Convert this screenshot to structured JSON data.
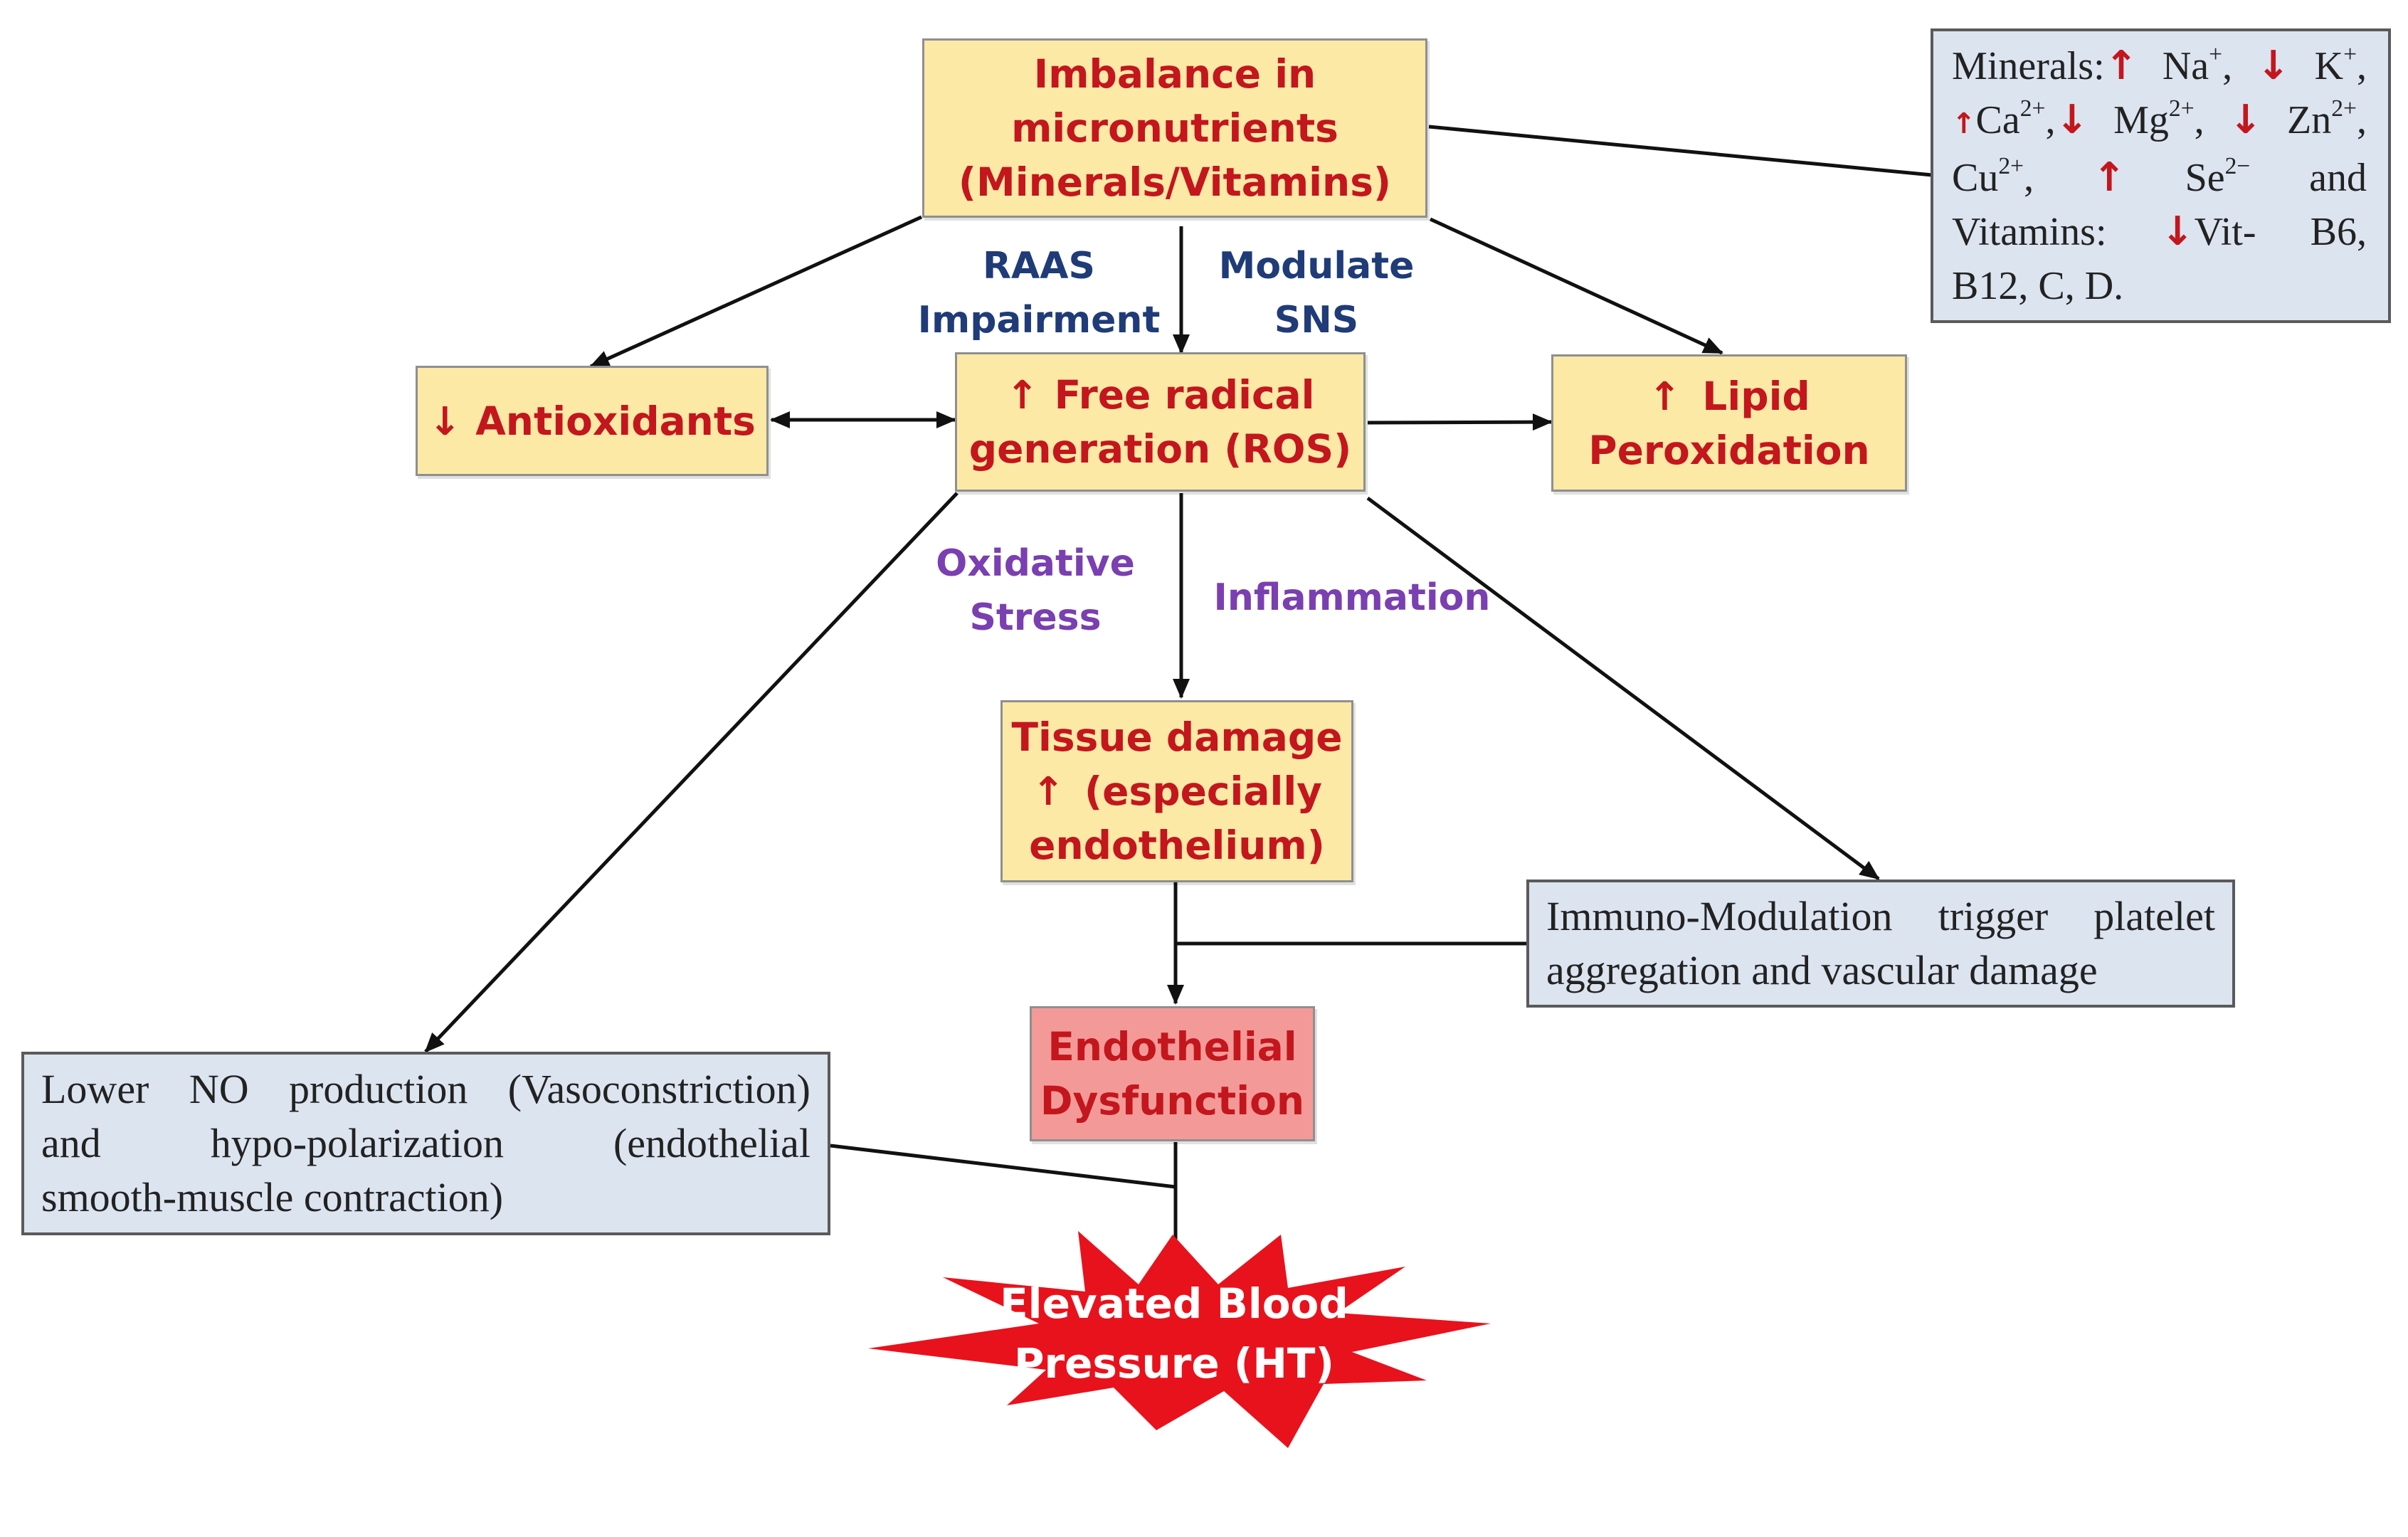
{
  "nodes": {
    "imbalance": {
      "line1": "Imbalance in",
      "line2": "micronutrients",
      "line3": "(Minerals/Vitamins)"
    },
    "antioxidants": {
      "arrow": "↓",
      "text": "Antioxidants"
    },
    "free_radical": {
      "arrow": "↑",
      "line1": "Free radical",
      "line2": "generation (ROS)"
    },
    "lipid": {
      "arrow": "↑",
      "line1": "Lipid",
      "line2": "Peroxidation"
    },
    "tissue_damage": {
      "line1": "Tissue damage",
      "arrow": "↑",
      "line2": "(especially",
      "line3": "endothelium)"
    },
    "endothelial_dysfunction": {
      "line1": "Endothelial",
      "line2": "Dysfunction"
    },
    "elevated_bp": {
      "line1": "Elevated Blood",
      "line2": "Pressure (HT)"
    },
    "minerals": {
      "label": "Minerals:",
      "up": "↑",
      "down": "↓",
      "na": "Na",
      "na_sup": "+",
      "k": "K",
      "k_sup": "+",
      "ca": "Ca",
      "ca_sup": "2+",
      "mg": "Mg",
      "mg_sup": "2+",
      "zn": "Zn",
      "zn_sup": "2+",
      "cu": "Cu",
      "cu_sup": "2+",
      "se": "Se",
      "se_sup": "2−",
      "and": "and",
      "vitamins_label": "Vitamins:",
      "vit": "Vit-",
      "b6": "B6,",
      "rest": "B12, C, D."
    },
    "immuno": {
      "line1": "Immuno-Modulation trigger platelet",
      "line2": "aggregation and vascular damage"
    },
    "lower_no": {
      "line1": "Lower NO production (Vasoconstriction)",
      "line2": "and hypo-polarization (endothelial",
      "line3": "smooth-muscle contraction)"
    }
  },
  "edge_labels": {
    "raas": {
      "line1": "RAAS",
      "line2": "Impairment"
    },
    "sns": {
      "line1": "Modulate",
      "line2": "SNS"
    },
    "oxidative": {
      "line1": "Oxidative",
      "line2": "Stress"
    },
    "inflammation": "Inflammation"
  },
  "colors": {
    "yellow_box": "#fde9a6",
    "blue_box": "#dce4f0",
    "pink_box": "#f39a98",
    "red_text": "#c3161d",
    "navy_text": "#1f3b78",
    "purple_text": "#7a3fb0",
    "starburst": "#e8121c"
  }
}
